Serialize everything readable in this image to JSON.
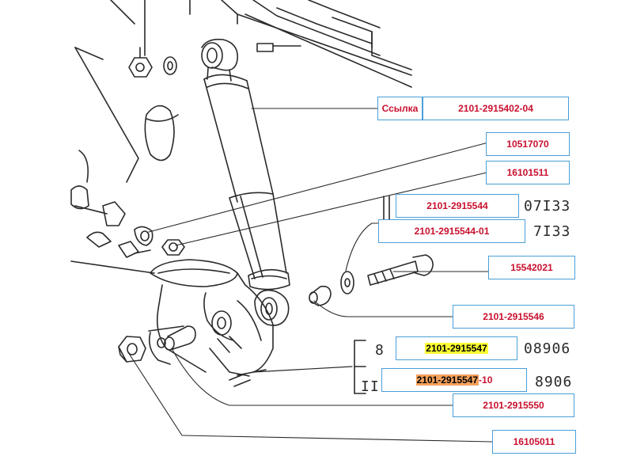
{
  "labels": {
    "ref_prefix": "Ссылка",
    "ref_part": "2101-2915402-04",
    "washer_top": "10517070",
    "nut_top": "16101511",
    "bushing_a": "2101-2915544",
    "bushing_b": "2101-2915544-01",
    "bolt": "15542021",
    "spacer": "2101-2915546",
    "pin_v1": "2101-2915547",
    "pin_v2_base": "2101-2915547",
    "pin_v2_suffix": "-10",
    "sleeve": "2101-2915550",
    "nut_bottom": "16105011"
  },
  "drawing_codes": {
    "code_07133": "07I33",
    "code_7133": "7I33",
    "code_08906": "08906",
    "code_8906": "8906",
    "variant_8": "8",
    "variant_II": "II"
  },
  "colors": {
    "label_text": "#c8102e",
    "label_border": "#4a9fd8",
    "highlight_yellow": "#ffff33",
    "highlight_orange": "#f4a15d",
    "line_art": "#2a2a2a"
  }
}
